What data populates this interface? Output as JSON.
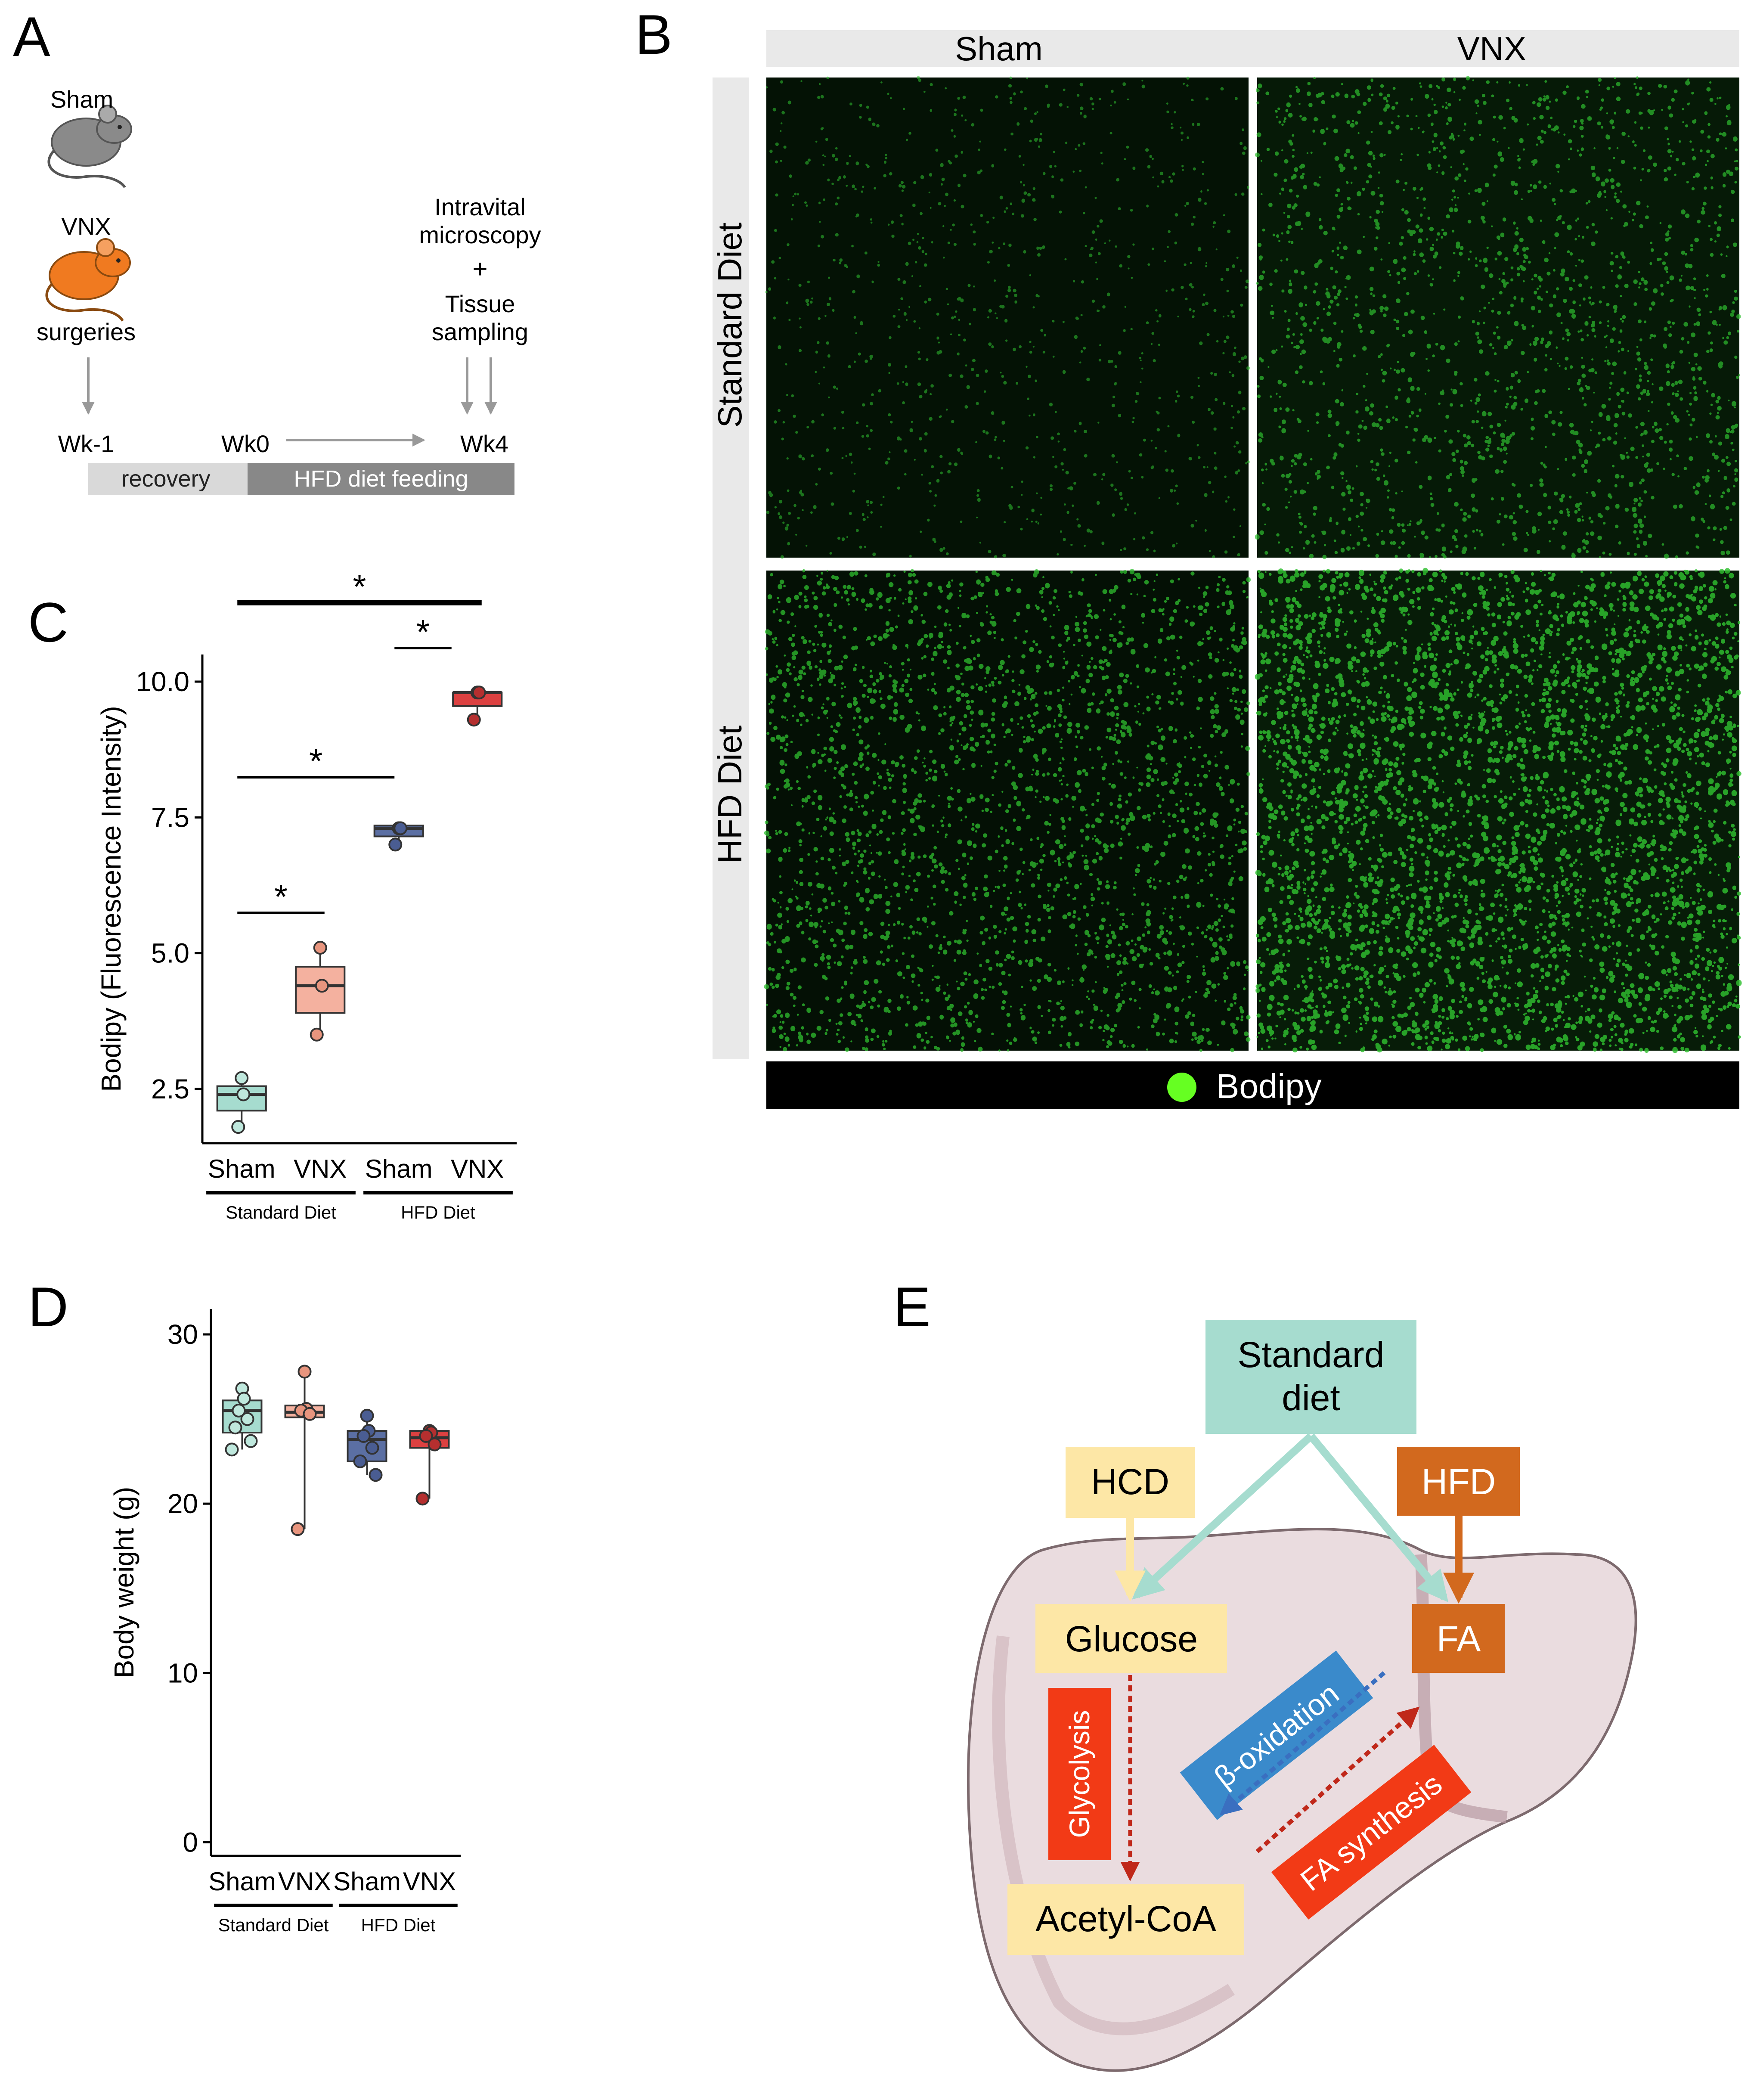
{
  "panels": {
    "a": {
      "letter": "A",
      "sham": "Sham",
      "vnx": "VNX",
      "surgeries": "surgeries",
      "intravital_1": "Intravital",
      "intravital_2": "microscopy",
      "plus": "+",
      "tissue_1": "Tissue",
      "tissue_2": "sampling",
      "wk_minus1": "Wk-1",
      "wk0": "Wk0",
      "wk4": "Wk4",
      "recovery": "recovery",
      "hfd_feeding": "HFD diet feeding"
    },
    "b": {
      "letter": "B",
      "col_sham": "Sham",
      "col_vnx": "VNX",
      "row_standard": "Standard Diet",
      "row_hfd": "HFD Diet",
      "legend": "Bodipy",
      "legend_color": "#66ff22"
    },
    "c": {
      "letter": "C",
      "sig": "*"
    },
    "d": {
      "letter": "D"
    },
    "e": {
      "letter": "E",
      "standard_1": "Standard",
      "standard_2": "diet",
      "hcd": "HCD",
      "hfd": "HFD",
      "glucose": "Glucose",
      "fa": "FA",
      "glycolysis": "Glycolysis",
      "beta_ox": "β-oxidation",
      "fa_synthesis": "FA synthesis",
      "acetyl": "Acetyl-CoA"
    }
  },
  "colors": {
    "sham_std": "#a6dccf",
    "vnx_std": "#f4b19f",
    "sham_hfd": "#5b6fa3",
    "vnx_hfd": "#dc4141",
    "teal": "#a6dccf",
    "light_yellow": "#fde7a6",
    "orange": "#d2691e",
    "red": "#f23a16",
    "blue": "#3a8acb"
  },
  "chart_data": [
    {
      "id": "c",
      "type": "box",
      "ylabel": "Bodipy (Fluorescence Intensity)",
      "categories": [
        "Sham",
        "VNX",
        "Sham",
        "VNX"
      ],
      "groups": [
        "Standard Diet",
        "HFD Diet"
      ],
      "yticks": [
        "2.5",
        "5.0",
        "7.5",
        "10.0"
      ],
      "ylim": [
        1.5,
        10.5
      ],
      "series": [
        {
          "points": [
            2.7,
            2.4,
            1.8
          ],
          "q1": 2.1,
          "median": 2.4,
          "q3": 2.55,
          "whisker_low": 1.85,
          "whisker_high": 2.75
        },
        {
          "points": [
            5.1,
            4.4,
            3.5
          ],
          "q1": 3.9,
          "median": 4.4,
          "q3": 4.75,
          "whisker_low": 3.5,
          "whisker_high": 5.1
        },
        {
          "points": [
            7.3,
            7.3,
            7.0
          ],
          "q1": 7.15,
          "median": 7.3,
          "q3": 7.35,
          "whisker_low": 7.0,
          "whisker_high": 7.35
        },
        {
          "points": [
            9.8,
            9.8,
            9.3
          ],
          "q1": 9.55,
          "median": 9.8,
          "q3": 9.8,
          "whisker_low": 9.3,
          "whisker_high": 9.85
        }
      ],
      "significance": [
        {
          "from": 0,
          "to": 1,
          "label": "*"
        },
        {
          "from": 0,
          "to": 2,
          "label": "*"
        },
        {
          "from": 2,
          "to": 3,
          "label": "*"
        },
        {
          "from": 0,
          "to": 3,
          "label": "*"
        }
      ]
    },
    {
      "id": "d",
      "type": "box",
      "ylabel": "Body weight (g)",
      "categories": [
        "Sham",
        "VNX",
        "Sham",
        "VNX"
      ],
      "groups": [
        "Standard Diet",
        "HFD Diet"
      ],
      "yticks": [
        "0",
        "10",
        "20",
        "30"
      ],
      "ylim": [
        -0.8,
        31.5
      ],
      "series": [
        {
          "points": [
            26.8,
            26.2,
            25.5,
            25.0,
            24.5,
            23.7,
            23.2
          ],
          "q1": 24.2,
          "median": 25.5,
          "q3": 26.1,
          "whisker_low": 23.2,
          "whisker_high": 26.8
        },
        {
          "points": [
            27.8,
            25.6,
            25.5,
            25.3,
            18.5
          ],
          "q1": 25.1,
          "median": 25.4,
          "q3": 25.8,
          "whisker_low": 18.5,
          "whisker_high": 27.8
        },
        {
          "points": [
            25.2,
            24.3,
            24.0,
            23.3,
            22.5,
            21.7
          ],
          "q1": 22.5,
          "median": 23.8,
          "q3": 24.3,
          "whisker_low": 21.7,
          "whisker_high": 25.2
        },
        {
          "points": [
            24.3,
            24.2,
            24.0,
            23.5,
            20.3
          ],
          "q1": 23.3,
          "median": 23.9,
          "q3": 24.3,
          "whisker_low": 20.3,
          "whisker_high": 24.3
        }
      ]
    }
  ]
}
